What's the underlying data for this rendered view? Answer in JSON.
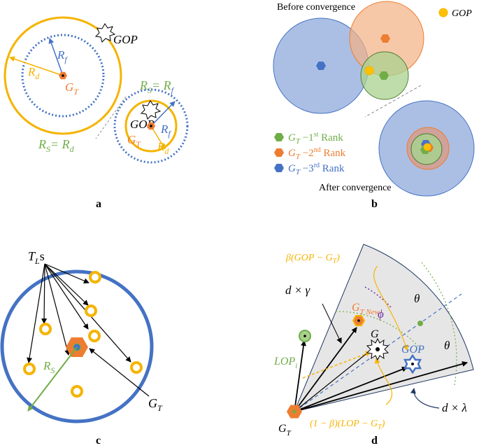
{
  "colors": {
    "yellow": "#f5b400",
    "blue": "#4472c4",
    "orange": "#ed7d31",
    "green": "#70ad47",
    "light_blue_fill": "#8fa9dc",
    "light_orange_fill": "#f4b183",
    "light_green_fill": "#a9d18e",
    "purple": "#7030a0",
    "grey_fill": "#e7e6e6"
  },
  "panel_a": {
    "panel_label": "a",
    "gop": "GOP",
    "gop2": "GOP",
    "rf": "R",
    "rf_sub": "f",
    "rd": "R",
    "rd_sub": "d",
    "gt": "G",
    "gt_sub": "T",
    "gt2": "G",
    "gt2_sub": "T",
    "rf2": "R",
    "rf2_sub": "f",
    "rd2": "R",
    "rd2_sub": "d",
    "eq_left": "R",
    "eq_left_sub": "S",
    "eq_left_rhs": "= R",
    "eq_left_rhs_sub": "d",
    "eq_right": "R",
    "eq_right_sub": "S",
    "eq_right_rhs": "= R",
    "eq_right_rhs_sub": "f"
  },
  "panel_b": {
    "panel_label": "b",
    "before": "Before convergence",
    "after": "After convergence",
    "gop_legend": "GOP",
    "legend": [
      {
        "g": "G",
        "sub": "T",
        "dash": " −1",
        "sup": "st",
        "rank": " Rank"
      },
      {
        "g": "G",
        "sub": "T",
        "dash": " −2",
        "sup": "nd",
        "rank": " Rank"
      },
      {
        "g": "G",
        "sub": "T",
        "dash": " −3",
        "sup": "rd",
        "rank": " Rank"
      }
    ]
  },
  "panel_c": {
    "panel_label": "c",
    "tl": "T",
    "tl_sub": "L",
    "tl_s": "s",
    "rs": "R",
    "rs_sub": "S",
    "gt": "G",
    "gt_sub": "T"
  },
  "panel_d": {
    "panel_label": "d",
    "beta_expr": "β(GOP − G",
    "beta_expr_sub": "T",
    "beta_expr_end": ")",
    "d_gamma": "d × γ",
    "gt_new": "G",
    "gt_new_sub": "T New",
    "theta1": "θ",
    "theta2": "θ",
    "phi": "ϕ",
    "lop": "LOP",
    "lop_sub": "i",
    "g": "G",
    "gop": "GOP",
    "d_lambda": "d × λ",
    "gt": "G",
    "gt_sub": "T",
    "one_minus_beta": "(1 − β)(LOP − G",
    "one_minus_beta_sub": "T",
    "one_minus_beta_end": ")"
  }
}
